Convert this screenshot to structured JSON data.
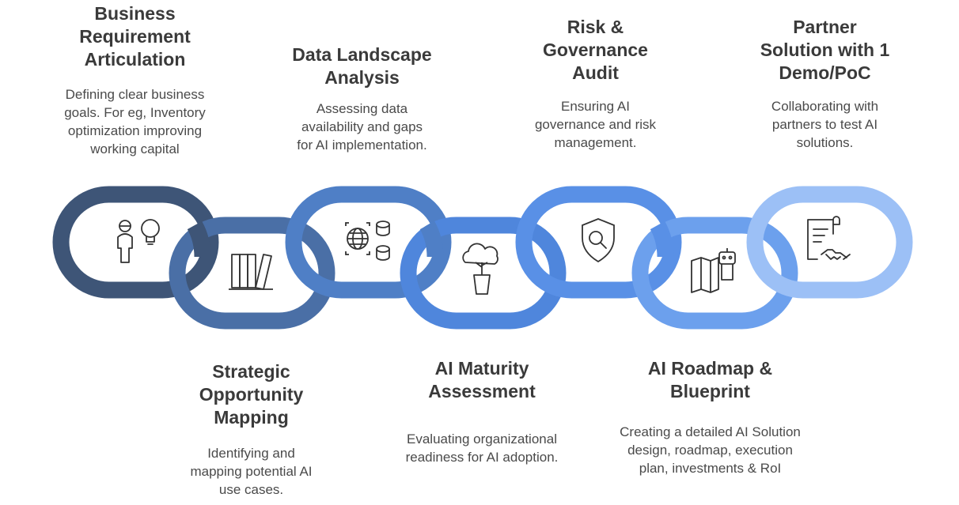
{
  "steps": [
    {
      "title": "Business\nRequirement\nArticulation",
      "description": "Defining clear business\ngoals. For eg, Inventory\noptimization improving\nworking capital",
      "icon": "person-lightbulb-icon",
      "color": "#3e5577"
    },
    {
      "title": "Strategic\nOpportunity\nMapping",
      "description": "Identifying and\nmapping potential AI\nuse cases.",
      "icon": "bookshelf-icon",
      "color": "#4a6fa6"
    },
    {
      "title": "Data Landscape\nAnalysis",
      "description": "Assessing data\navailability and gaps\nfor AI implementation.",
      "icon": "globe-database-icon",
      "color": "#4f7fc6"
    },
    {
      "title": "AI Maturity\nAssessment",
      "description": "Evaluating organizational\nreadiness for AI adoption.",
      "icon": "cloud-plant-icon",
      "color": "#4f86dc"
    },
    {
      "title": "Risk &\nGovernance\nAudit",
      "description": "Ensuring AI\ngovernance and risk\nmanagement.",
      "icon": "shield-search-icon",
      "color": "#5990e6"
    },
    {
      "title": "AI Roadmap &\nBlueprint",
      "description": "Creating a detailed AI Solution\ndesign, roadmap, execution\nplan, investments & RoI",
      "icon": "map-robot-icon",
      "color": "#6ca0ed"
    },
    {
      "title": "Partner\nSolution with 1\nDemo/PoC",
      "description": "Collaborating with\npartners to test AI\nsolutions.",
      "icon": "document-handshake-icon",
      "color": "#9cc0f6"
    }
  ]
}
